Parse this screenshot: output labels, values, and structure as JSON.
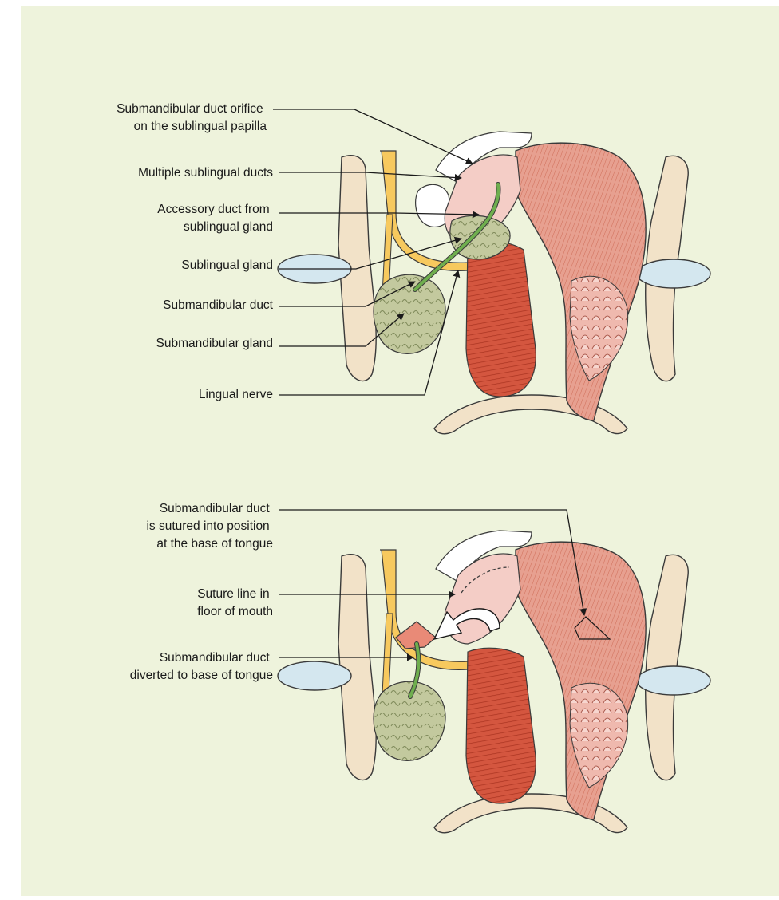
{
  "colors": {
    "panel_bg": "#eef3dc",
    "bone": "#f2e2c8",
    "cartilage": "#d4e7ef",
    "muscle_dark": "#c8432f",
    "muscle_light": "#e9a18f",
    "mucosa": "#f4cdc6",
    "gland": "#bfc79b",
    "nerve": "#f7c95e",
    "duct": "#6fae4e",
    "leader": "#1a1a1a"
  },
  "top_figure": {
    "labels": [
      {
        "id": "orifice",
        "lines": [
          "Submandibular duct orifice",
          "on the sublingual papilla"
        ]
      },
      {
        "id": "multiple-ducts",
        "lines": [
          "Multiple sublingual ducts"
        ]
      },
      {
        "id": "accessory-duct",
        "lines": [
          "Accessory duct from",
          "sublingual gland"
        ]
      },
      {
        "id": "sublingual-gland",
        "lines": [
          "Sublingual gland"
        ]
      },
      {
        "id": "submandibular-duct",
        "lines": [
          "Submandibular duct"
        ]
      },
      {
        "id": "submandibular-gland",
        "lines": [
          "Submandibular gland"
        ]
      },
      {
        "id": "lingual-nerve",
        "lines": [
          "Lingual nerve"
        ]
      }
    ]
  },
  "bottom_figure": {
    "labels": [
      {
        "id": "sutured",
        "lines": [
          "Submandibular duct",
          "is sutured into position",
          "at the base of tongue"
        ]
      },
      {
        "id": "suture-line",
        "lines": [
          "Suture line in",
          "floor of mouth"
        ]
      },
      {
        "id": "diverted",
        "lines": [
          "Submandibular duct",
          "diverted to base of tongue"
        ]
      }
    ]
  }
}
